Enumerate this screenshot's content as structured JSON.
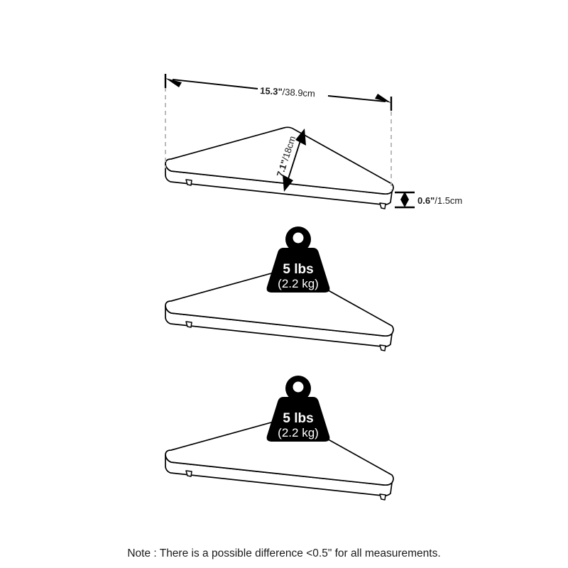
{
  "diagram": {
    "title": "Corner Shelf Dimension Diagram",
    "product": "triangular corner shelf",
    "units": "inches and centimeters",
    "dimensions": {
      "width": {
        "label_bold": "15.3\"",
        "label_rest": "/38.9cm",
        "full": "15.3\"/38.9cm",
        "inches": 15.3,
        "cm": 38.9,
        "name": "front edge width"
      },
      "depth": {
        "label_bold": "7.1\"",
        "label_rest": "/18cm",
        "full": "7.1\"/18cm",
        "inches": 7.1,
        "cm": 18,
        "name": "diagonal depth"
      },
      "thickness": {
        "label_bold": "0.6\"",
        "label_rest": "/1.5cm",
        "full": "0.6\"/1.5cm",
        "inches": 0.6,
        "cm": 1.5,
        "name": "shelf thickness"
      }
    },
    "weight_badges": [
      {
        "primary": "5 lbs",
        "secondary": "(2.2 kg)",
        "lbs": 5,
        "kg": 2.2,
        "shelf_index": 2
      },
      {
        "primary": "5 lbs",
        "secondary": "(2.2 kg)",
        "lbs": 5,
        "kg": 2.2,
        "shelf_index": 3
      }
    ],
    "shelves": [
      {
        "index": 1,
        "has_badge": false,
        "has_dimensions": true
      },
      {
        "index": 2,
        "has_badge": true,
        "has_dimensions": false
      },
      {
        "index": 3,
        "has_badge": true,
        "has_dimensions": false
      }
    ],
    "note": "Note : There is a possible difference <0.5\" for all measurements.",
    "colors": {
      "line": "#000000",
      "extension_line": "#b3b3b3",
      "badge_fill": "#000000",
      "badge_text": "#ffffff",
      "background": "#ffffff",
      "text": "#1a1a1a"
    }
  }
}
